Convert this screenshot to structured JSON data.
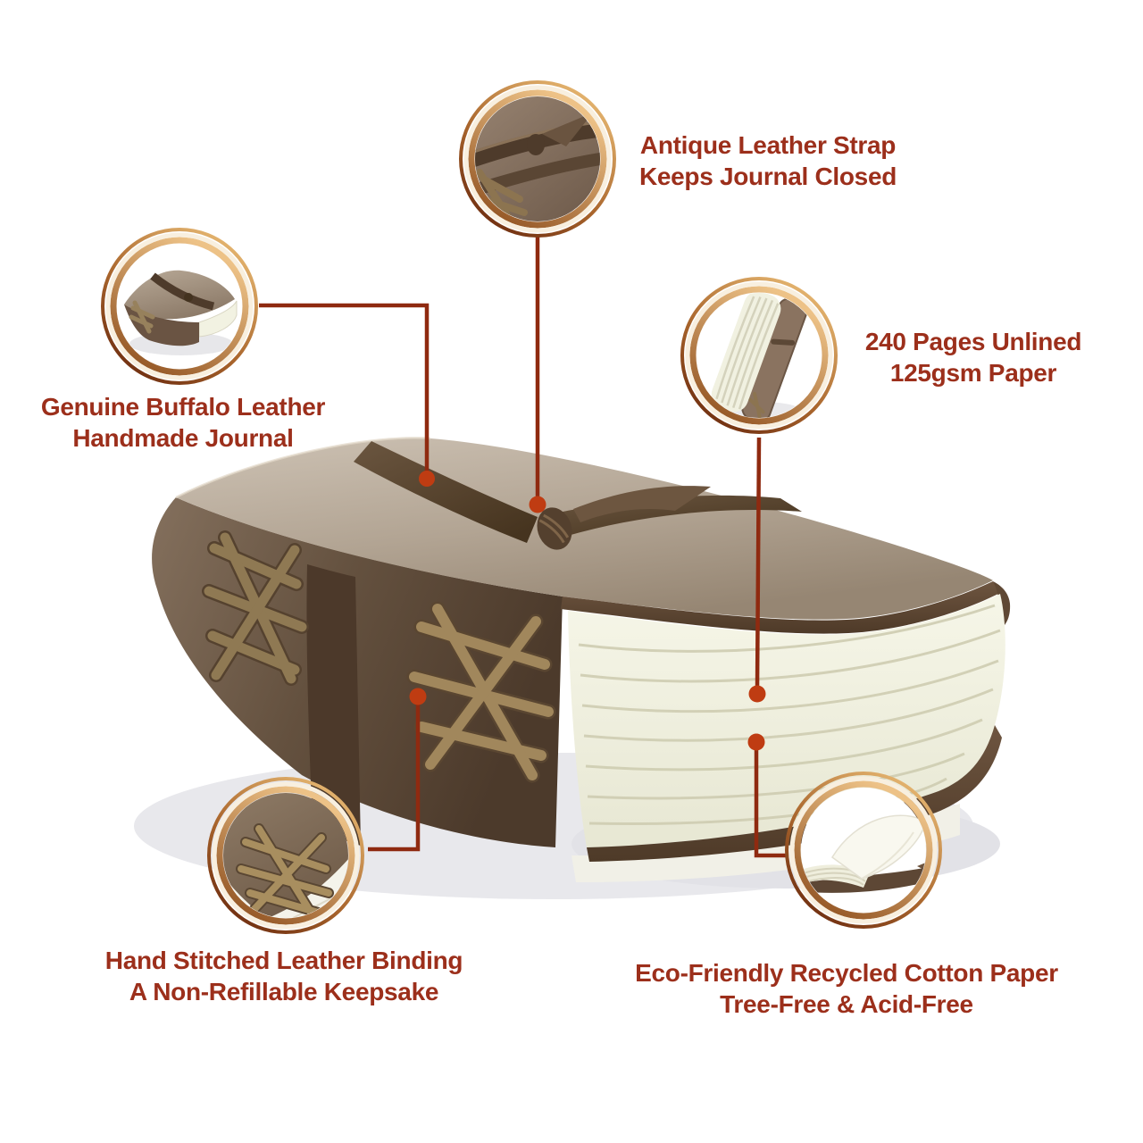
{
  "figure": {
    "type": "product-feature-infographic",
    "background": "#ffffff",
    "accent_text_color": "#9c2f1b",
    "leader_line_color": "#8f2a10",
    "leader_dot_color": "#bf3c12",
    "ring_outer_colors": [
      "#5e1e08",
      "#c98e4e",
      "#e3b36e"
    ],
    "ring_inner_colors": [
      "#8a4a1a",
      "#edc287"
    ],
    "leather_color": "#64513f",
    "cover_color": "#b2a493",
    "pages_color": "#f1f1e1"
  },
  "callouts": {
    "strap": {
      "line1": "Antique Leather Strap",
      "line2": "Keeps Journal Closed",
      "thumbnail": "leather-strap-closeup"
    },
    "pages": {
      "line1": "240 Pages Unlined",
      "line2": "125gsm Paper",
      "thumbnail": "standing-journal-page-edges"
    },
    "leather": {
      "line1": "Genuine Buffalo Leather",
      "line2": "Handmade Journal",
      "thumbnail": "journal-overview"
    },
    "binding": {
      "line1": "Hand Stitched Leather Binding",
      "line2": "A Non-Refillable Keepsake",
      "thumbnail": "corner-stitching-closeup"
    },
    "paper": {
      "line1": "Eco-Friendly Recycled Cotton Paper",
      "line2": "Tree-Free & Acid-Free",
      "thumbnail": "open-journal-pages"
    }
  }
}
